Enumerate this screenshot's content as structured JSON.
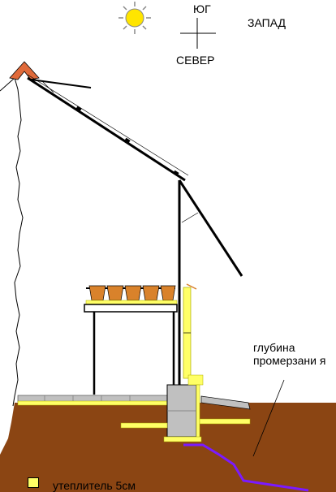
{
  "compass": {
    "south": "ЮГ",
    "north": "СЕВЕР",
    "west": "ЗАПАД"
  },
  "annotations": {
    "frost_depth": "глубина промерзани я"
  },
  "legend": {
    "insulation_label": "утеплитель 5см",
    "insulation_color": "#ffff66"
  },
  "colors": {
    "soil": "#8b4513",
    "sun": "#ffe500",
    "insulation": "#ffff66",
    "frost_line": "#7a1aff",
    "pots": "#d9822b",
    "concrete": "#c0c0c0"
  }
}
